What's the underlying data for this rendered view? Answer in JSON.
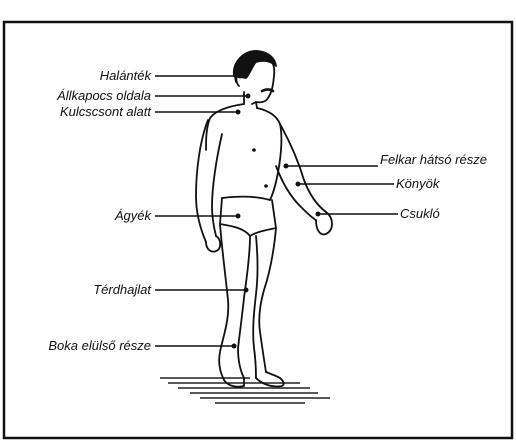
{
  "labels": {
    "temple": "Halánték",
    "jaw_side": "Állkapocs oldala",
    "below_collarbone": "Kulcscsont alatt",
    "groin": "Ágyék",
    "knee_hollow": "Térdhajlat",
    "ankle_front": "Boka elülső része",
    "upper_arm_back": "Felkar hátsó része",
    "elbow": "Könyök",
    "wrist": "Csukló"
  }
}
